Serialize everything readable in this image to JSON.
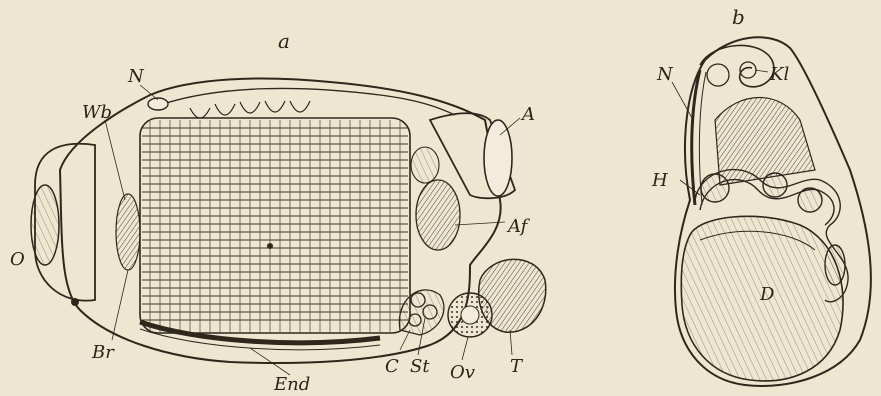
{
  "figure_a": {
    "panel_label": "a",
    "labels": {
      "N": "N",
      "Wb": "Wb",
      "A": "A",
      "O": "O",
      "Af": "Af",
      "Br": "Br",
      "End": "End",
      "C": "C",
      "St": "St",
      "Ov": "Ov",
      "T": "T"
    }
  },
  "figure_b": {
    "panel_label": "b",
    "labels": {
      "N": "N",
      "Kl": "Kl",
      "H": "H",
      "D": "D"
    }
  },
  "colors": {
    "paper": "#efe6d2",
    "ink": "#2d271c"
  }
}
